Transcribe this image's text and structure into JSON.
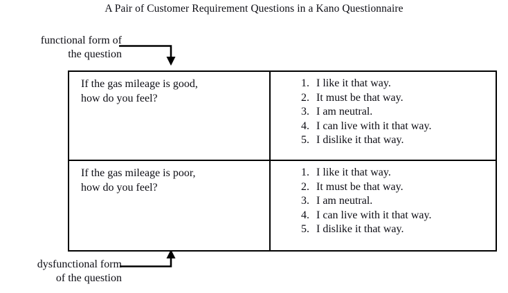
{
  "figure": {
    "title": "A Pair of Customer Requirement Questions in a Kano Questionnaire"
  },
  "annotations": {
    "functional": {
      "label": "functional form of\nthe question",
      "arrow_icon": "arrow-down-icon"
    },
    "dysfunctional": {
      "label": "dysfunctional form\nof the question",
      "arrow_icon": "arrow-up-icon"
    }
  },
  "table": {
    "rows": [
      {
        "question": "If the gas mileage is good,\nhow do you feel?",
        "answers": [
          {
            "num": "1.",
            "text": "I like it that way."
          },
          {
            "num": "2.",
            "text": "It must be that way."
          },
          {
            "num": "3.",
            "text": "I am neutral."
          },
          {
            "num": "4.",
            "text": "I can live with it that way."
          },
          {
            "num": "5.",
            "text": "I dislike it that way."
          }
        ]
      },
      {
        "question": "If the gas mileage is poor,\nhow do you feel?",
        "answers": [
          {
            "num": "1.",
            "text": "I like it that way."
          },
          {
            "num": "2.",
            "text": "It must be that way."
          },
          {
            "num": "3.",
            "text": "I am neutral."
          },
          {
            "num": "4.",
            "text": "I can live with it that way."
          },
          {
            "num": "5.",
            "text": "I dislike it that way."
          }
        ]
      }
    ]
  },
  "colors": {
    "border": "#000000",
    "text": "#0d0d14",
    "background": "#ffffff"
  }
}
